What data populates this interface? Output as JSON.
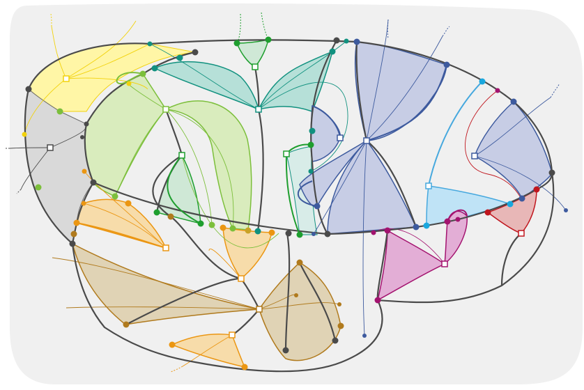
{
  "diagram": {
    "background_color": "#f0f0f0",
    "outline_color": "#4a4a4a",
    "node_fill": "#ffffff",
    "regions": [
      {
        "name": "yellow-region",
        "color": "#fff6a6",
        "stroke": "#f2d20c"
      },
      {
        "name": "gray-region",
        "color": "#d9d9d9",
        "stroke": "#6a6a6a"
      },
      {
        "name": "lime-region",
        "color": "#d9ecbd",
        "stroke": "#7cbf3b"
      },
      {
        "name": "green-region",
        "color": "#cfe8d6",
        "stroke": "#1e9e2e"
      },
      {
        "name": "teal-region",
        "color": "#b6e0d8",
        "stroke": "#11917f"
      },
      {
        "name": "navy-region",
        "color": "#c7cde5",
        "stroke": "#3d5a9e"
      },
      {
        "name": "sky-region",
        "color": "#bfe3f6",
        "stroke": "#46a8de"
      },
      {
        "name": "red-region",
        "color": "#e8b7b7",
        "stroke": "#c0161e"
      },
      {
        "name": "magenta-region",
        "color": "#e3aed6",
        "stroke": "#a3136f"
      },
      {
        "name": "orange-region",
        "color": "#f7dcaa",
        "stroke": "#eb9612"
      },
      {
        "name": "brown-region",
        "color": "#e0d3b5",
        "stroke": "#b07a1d"
      }
    ]
  }
}
